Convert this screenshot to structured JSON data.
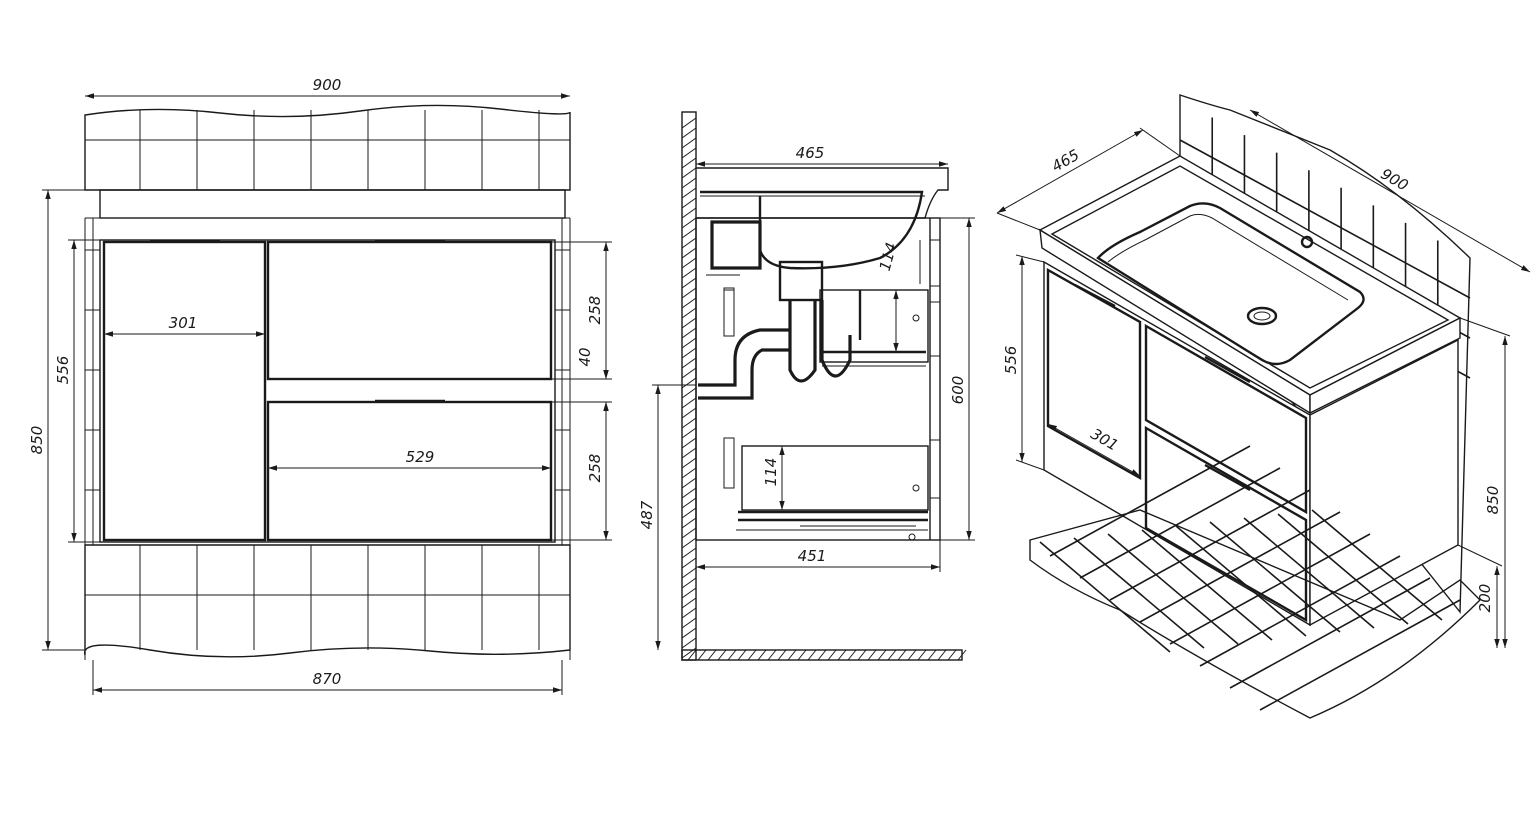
{
  "front_view": {
    "overall_width": "900",
    "overall_height": "850",
    "cabinet_height": "556",
    "door_width": "301",
    "drawer_width": "529",
    "drawer_top_height": "258",
    "drawer_gap": "40",
    "drawer_bottom_height": "258",
    "base_width": "870"
  },
  "side_view": {
    "depth": "465",
    "height": "600",
    "shelf_height": "114",
    "siphon_height": "114",
    "floor_clearance": "487",
    "inner_depth": "451"
  },
  "iso_view": {
    "depth": "465",
    "width": "900",
    "cabinet_height": "556",
    "door_width": "301",
    "overall_height": "850",
    "floor_clearance": "200"
  }
}
